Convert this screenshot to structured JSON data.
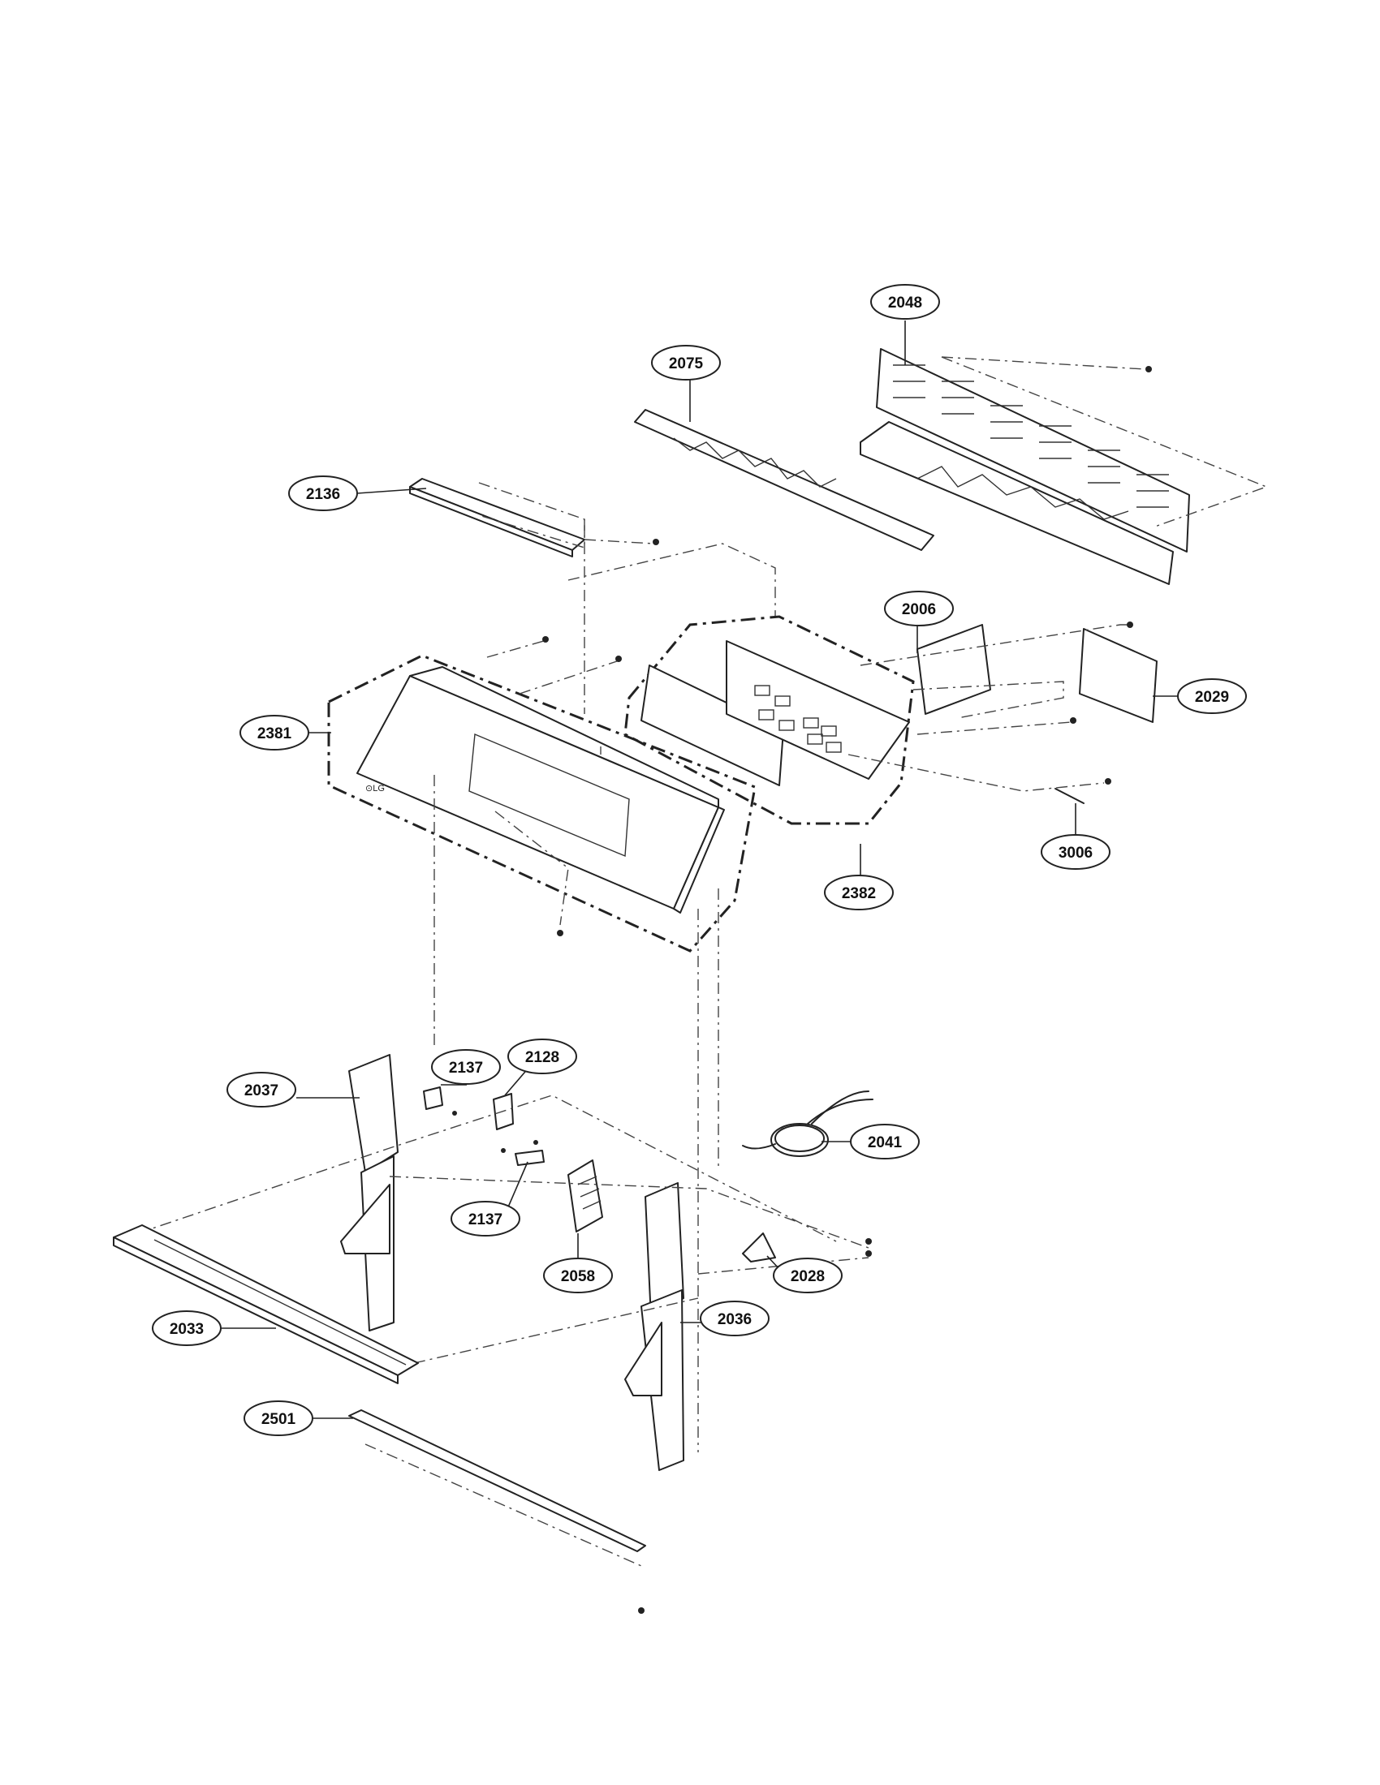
{
  "callouts": [
    {
      "id": "c2048",
      "label": "2048"
    },
    {
      "id": "c2075",
      "label": "2075"
    },
    {
      "id": "c2136",
      "label": "2136"
    },
    {
      "id": "c2006",
      "label": "2006"
    },
    {
      "id": "c2029",
      "label": "2029"
    },
    {
      "id": "c2381",
      "label": "2381"
    },
    {
      "id": "c2382",
      "label": "2382"
    },
    {
      "id": "c3006",
      "label": "3006"
    },
    {
      "id": "c2137a",
      "label": "2137"
    },
    {
      "id": "c2128",
      "label": "2128"
    },
    {
      "id": "c2037",
      "label": "2037"
    },
    {
      "id": "c2041",
      "label": "2041"
    },
    {
      "id": "c2137b",
      "label": "2137"
    },
    {
      "id": "c2058",
      "label": "2058"
    },
    {
      "id": "c2028",
      "label": "2028"
    },
    {
      "id": "c2036",
      "label": "2036"
    },
    {
      "id": "c2033",
      "label": "2033"
    },
    {
      "id": "c2501",
      "label": "2501"
    }
  ]
}
